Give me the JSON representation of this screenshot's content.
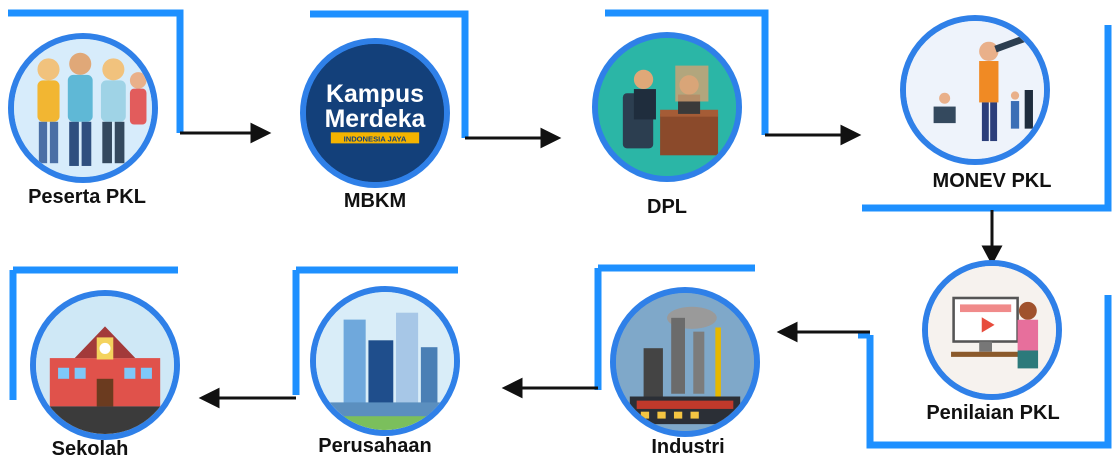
{
  "nodes": [
    {
      "id": "peserta",
      "label": "Peserta PKL",
      "icon": "students-icon"
    },
    {
      "id": "mbkm",
      "label": "MBKM",
      "icon": "kampus-merdeka-logo",
      "logo_lines": [
        "Kampus",
        "Merdeka",
        "INDONESIA JAYA"
      ]
    },
    {
      "id": "dpl",
      "label": "DPL",
      "icon": "meeting-icon"
    },
    {
      "id": "monev",
      "label": "MONEV PKL",
      "icon": "telescope-icon"
    },
    {
      "id": "penilaian",
      "label": "Penilaian PKL",
      "icon": "computer-work-icon"
    },
    {
      "id": "industri",
      "label": "Industri",
      "icon": "factory-icon"
    },
    {
      "id": "perusahaan",
      "label": "Perusahaan",
      "icon": "office-buildings-icon"
    },
    {
      "id": "sekolah",
      "label": "Sekolah",
      "icon": "school-icon"
    }
  ],
  "colors": {
    "frame": "#1e90ff",
    "ring": "#2f80e8",
    "arrow": "#111111",
    "logo_bg": "#13407a",
    "logo_band": "#f4b400"
  }
}
